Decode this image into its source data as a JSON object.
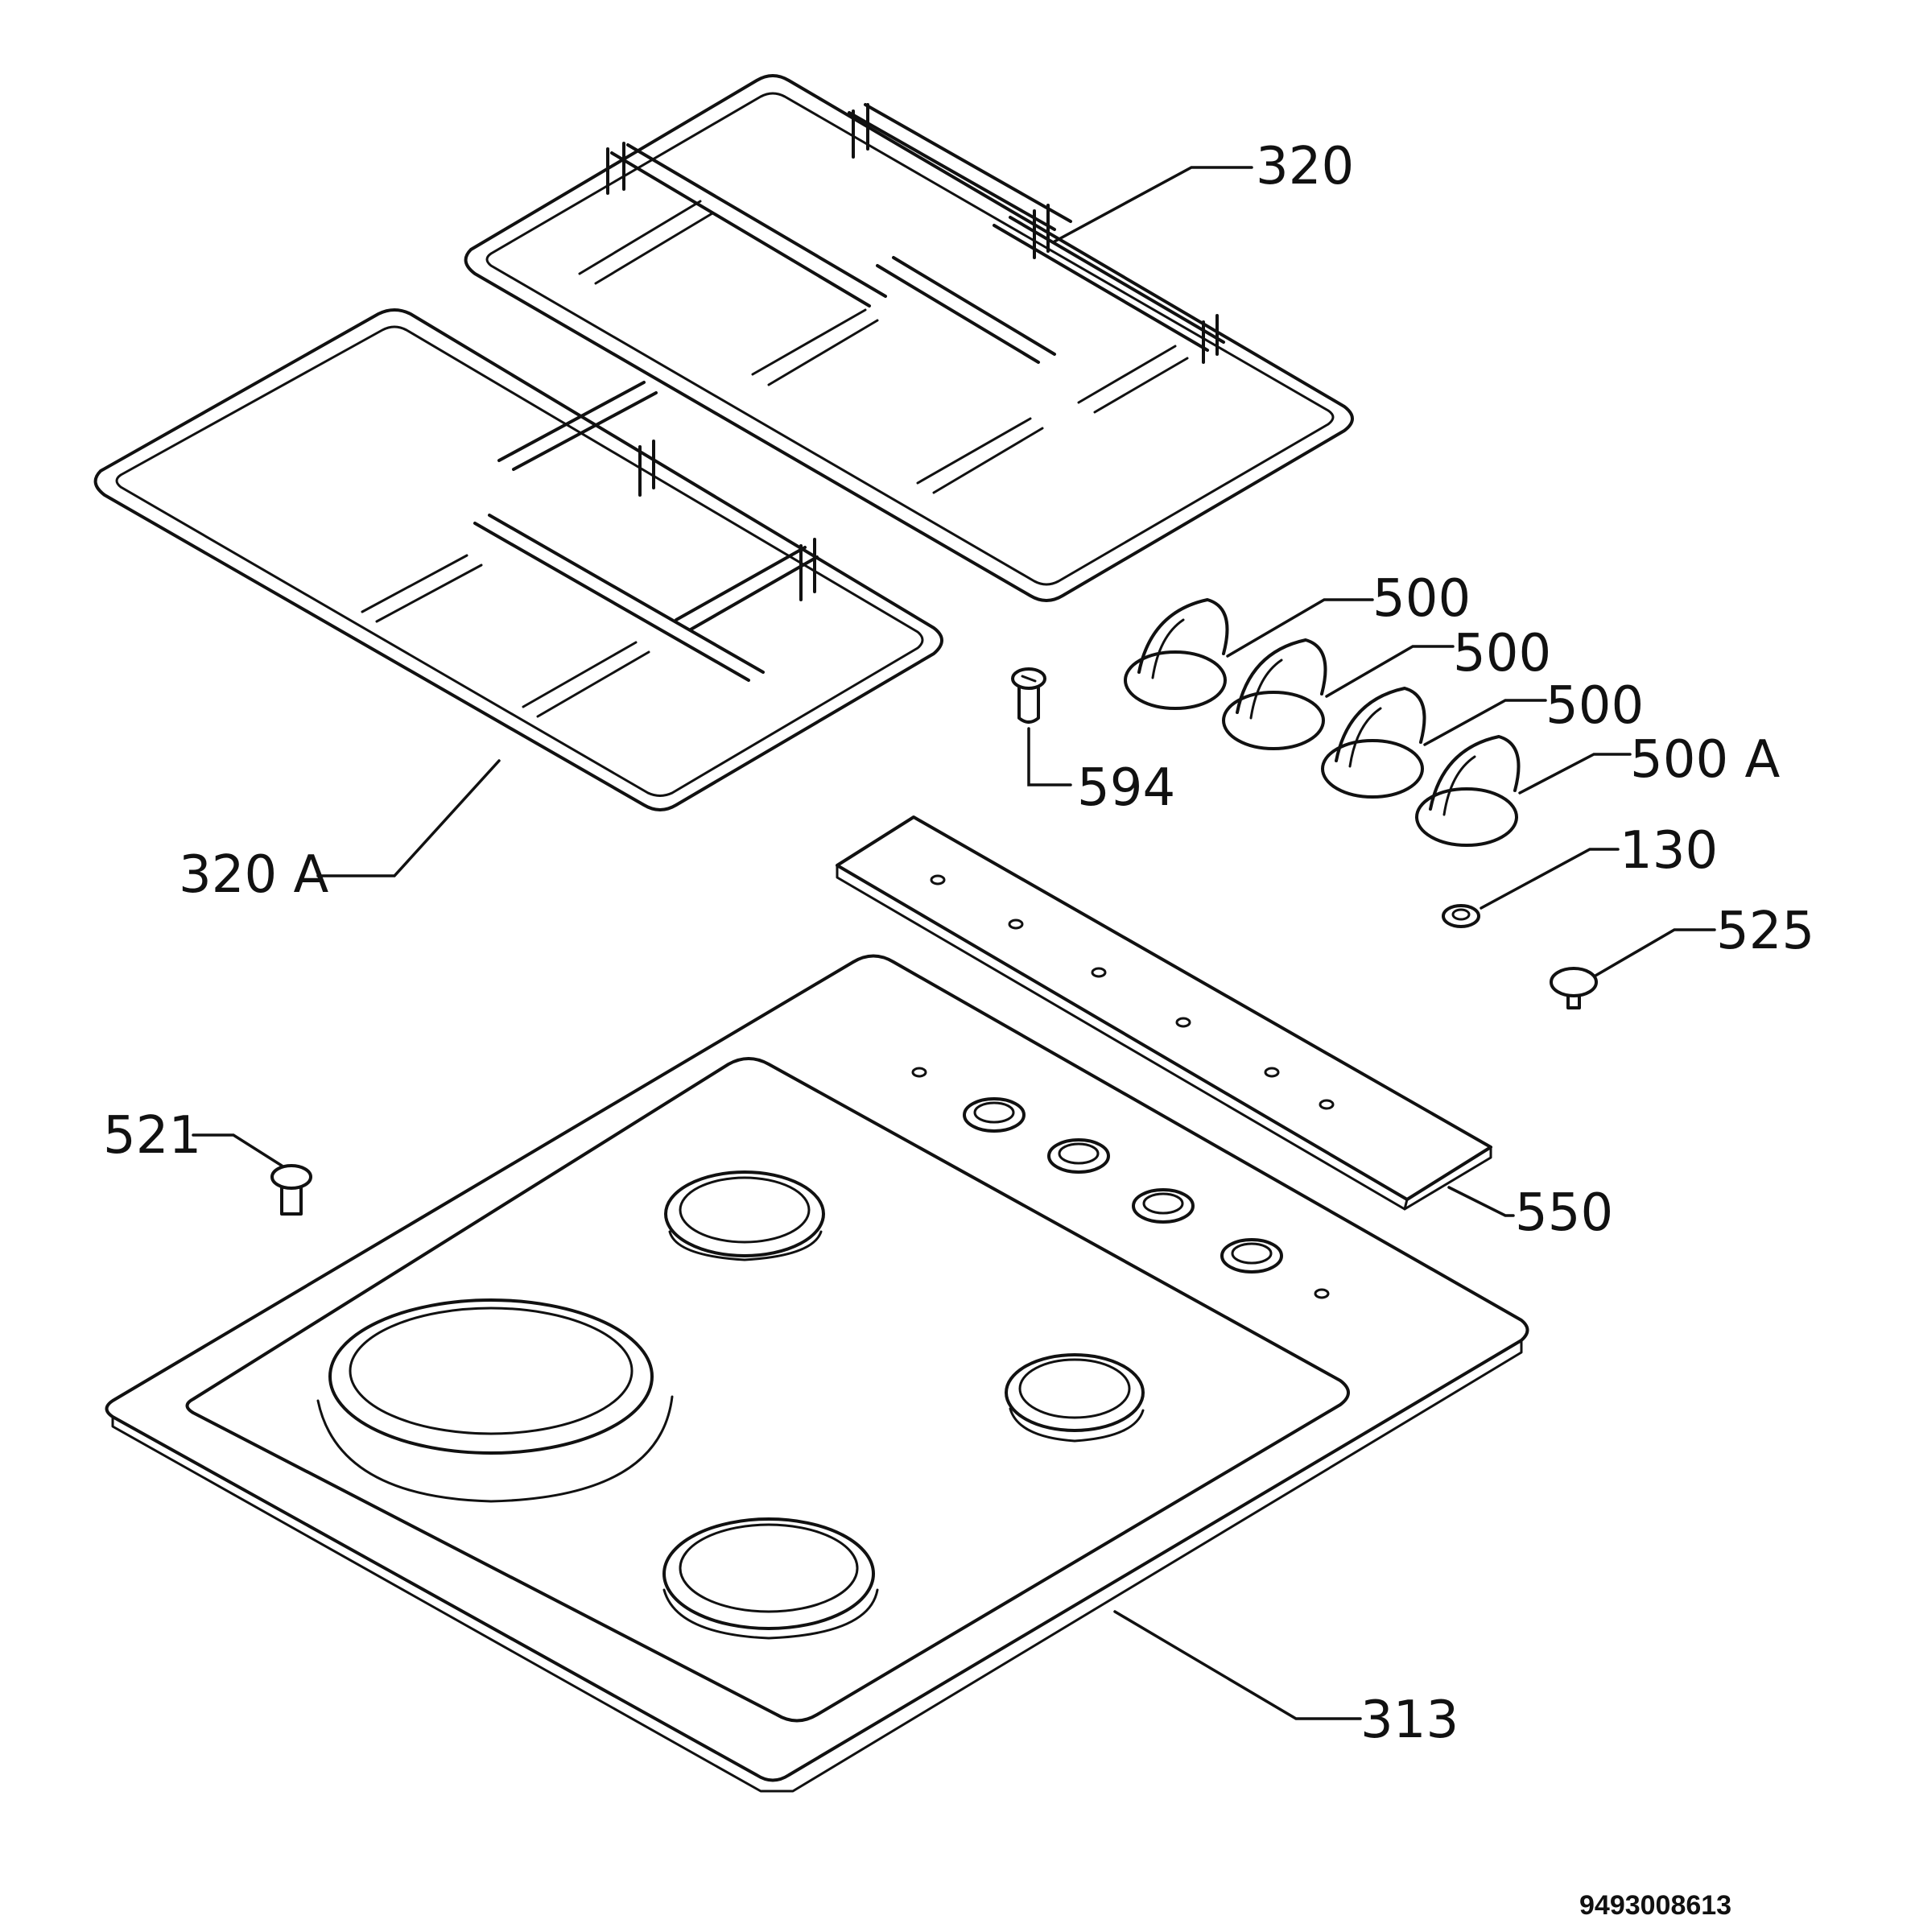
{
  "labels": {
    "l320": "320",
    "l320a": "320 A",
    "l500_1": "500",
    "l500_2": "500",
    "l500_3": "500",
    "l500a": "500 A",
    "l594": "594",
    "l130": "130",
    "l525": "525",
    "l521": "521",
    "l550": "550",
    "l313": "313"
  },
  "document_number": "9493008613"
}
